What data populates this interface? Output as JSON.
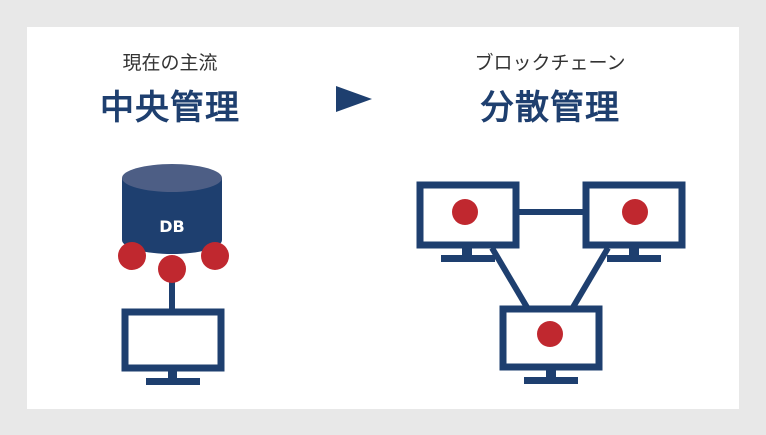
{
  "left": {
    "subtitle": "現在の主流",
    "title": "中央管理",
    "db_label": "DB"
  },
  "right": {
    "subtitle": "ブロックチェーン",
    "title": "分散管理"
  },
  "colors": {
    "navy": "#1e3f6f",
    "db_top": "#4d5e85",
    "red": "#c0282f",
    "background": "#e8e8e8",
    "card": "#ffffff"
  },
  "icons": [
    "database-icon",
    "monitor-icon",
    "arrow-right-icon",
    "node-dot-icon"
  ]
}
